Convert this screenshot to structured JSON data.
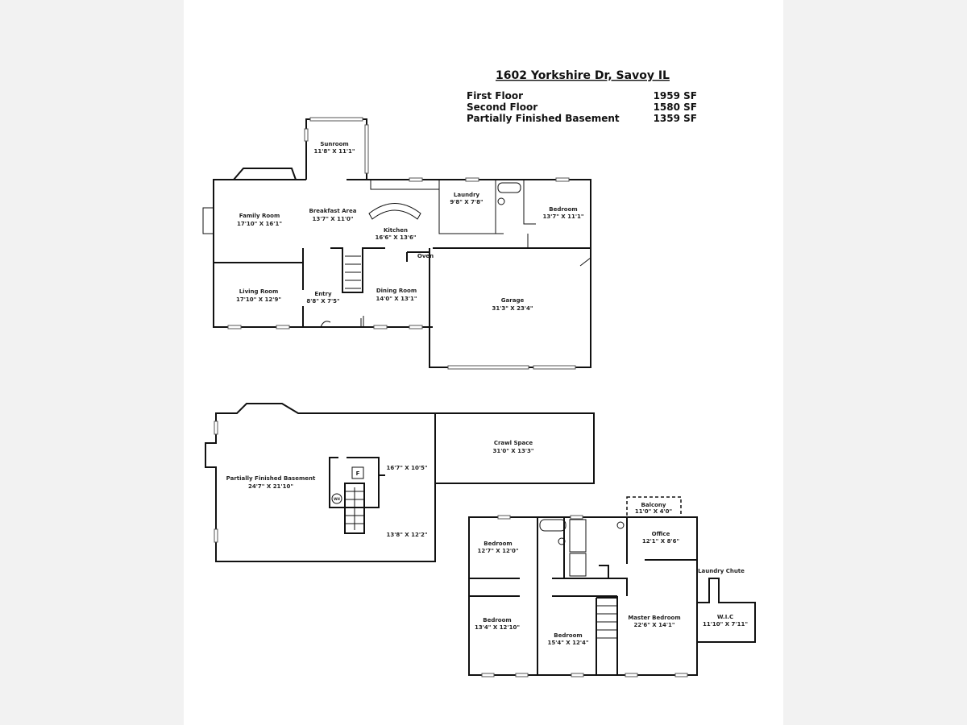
{
  "header": {
    "title": "1602 Yorkshire Dr, Savoy IL",
    "areas": [
      {
        "label": "First Floor",
        "value": "1959 SF"
      },
      {
        "label": "Second Floor",
        "value": "1580 SF"
      },
      {
        "label": "Partially Finished Basement",
        "value": "1359 SF"
      }
    ]
  },
  "first_floor": {
    "rooms": [
      {
        "name": "Sunroom",
        "size": "11'8\" X 11'1\""
      },
      {
        "name": "Family Room",
        "size": "17'10\" X 16'1\""
      },
      {
        "name": "Breakfast Area",
        "size": "13'7\" X 11'0\""
      },
      {
        "name": "Kitchen",
        "size": "16'6\" X 13'6\""
      },
      {
        "name": "Laundry",
        "size": "9'8\" X 7'8\""
      },
      {
        "name": "Bedroom",
        "size": "13'7\" X 11'1\""
      },
      {
        "name": "Living Room",
        "size": "17'10\" X 12'9\""
      },
      {
        "name": "Entry",
        "size": "8'8\" X 7'5\""
      },
      {
        "name": "Dining Room",
        "size": "14'0\" X 13'1\""
      },
      {
        "name": "Garage",
        "size": "31'3\" X 23'4\""
      }
    ],
    "oven_label": "Oven"
  },
  "basement": {
    "rooms": [
      {
        "name": "Partially Finished Basement",
        "size": "24'7\" X 21'10\""
      },
      {
        "name": "Crawl Space",
        "size": "31'0\" X 13'3\""
      }
    ],
    "extra_sizes": [
      "16'7\" X 10'5\"",
      "13'8\" X 12'2\""
    ],
    "furnace_label": "F",
    "water_heater_label": "WH"
  },
  "second_floor": {
    "rooms": [
      {
        "name": "Balcony",
        "size": "11'0\" X 4'0\""
      },
      {
        "name": "Bedroom",
        "size": "12'7\" X 12'0\""
      },
      {
        "name": "Office",
        "size": "12'1\" X 8'6\""
      },
      {
        "name": "Master Bedroom",
        "size": "22'6\" X 14'1\""
      },
      {
        "name": "W.I.C",
        "size": "11'10\" X 7'11\""
      },
      {
        "name": "Bedroom",
        "size": "13'4\" X 12'10\""
      },
      {
        "name": "Bedroom",
        "size": "15'4\" X 12'4\""
      }
    ],
    "laundry_chute_label": "Laundry Chute"
  }
}
